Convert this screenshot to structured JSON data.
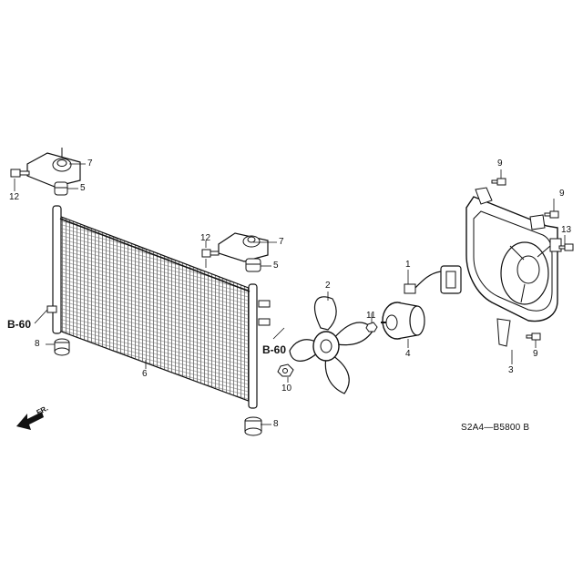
{
  "diagram": {
    "part_labels": {
      "p1": "1",
      "p2": "2",
      "p3": "3",
      "p4": "4",
      "p5a": "5",
      "p5b": "5",
      "p6": "6",
      "p7a": "7",
      "p7b": "7",
      "p8a": "8",
      "p8b": "8",
      "p9a": "9",
      "p9b": "9",
      "p9c": "9",
      "p10": "10",
      "p11": "11",
      "p12a": "12",
      "p12b": "12",
      "p13": "13"
    },
    "references": {
      "left": "B-60",
      "right": "B-60"
    },
    "front_indicator": "FR.",
    "diagram_code": "S2A4—B5800 B"
  }
}
